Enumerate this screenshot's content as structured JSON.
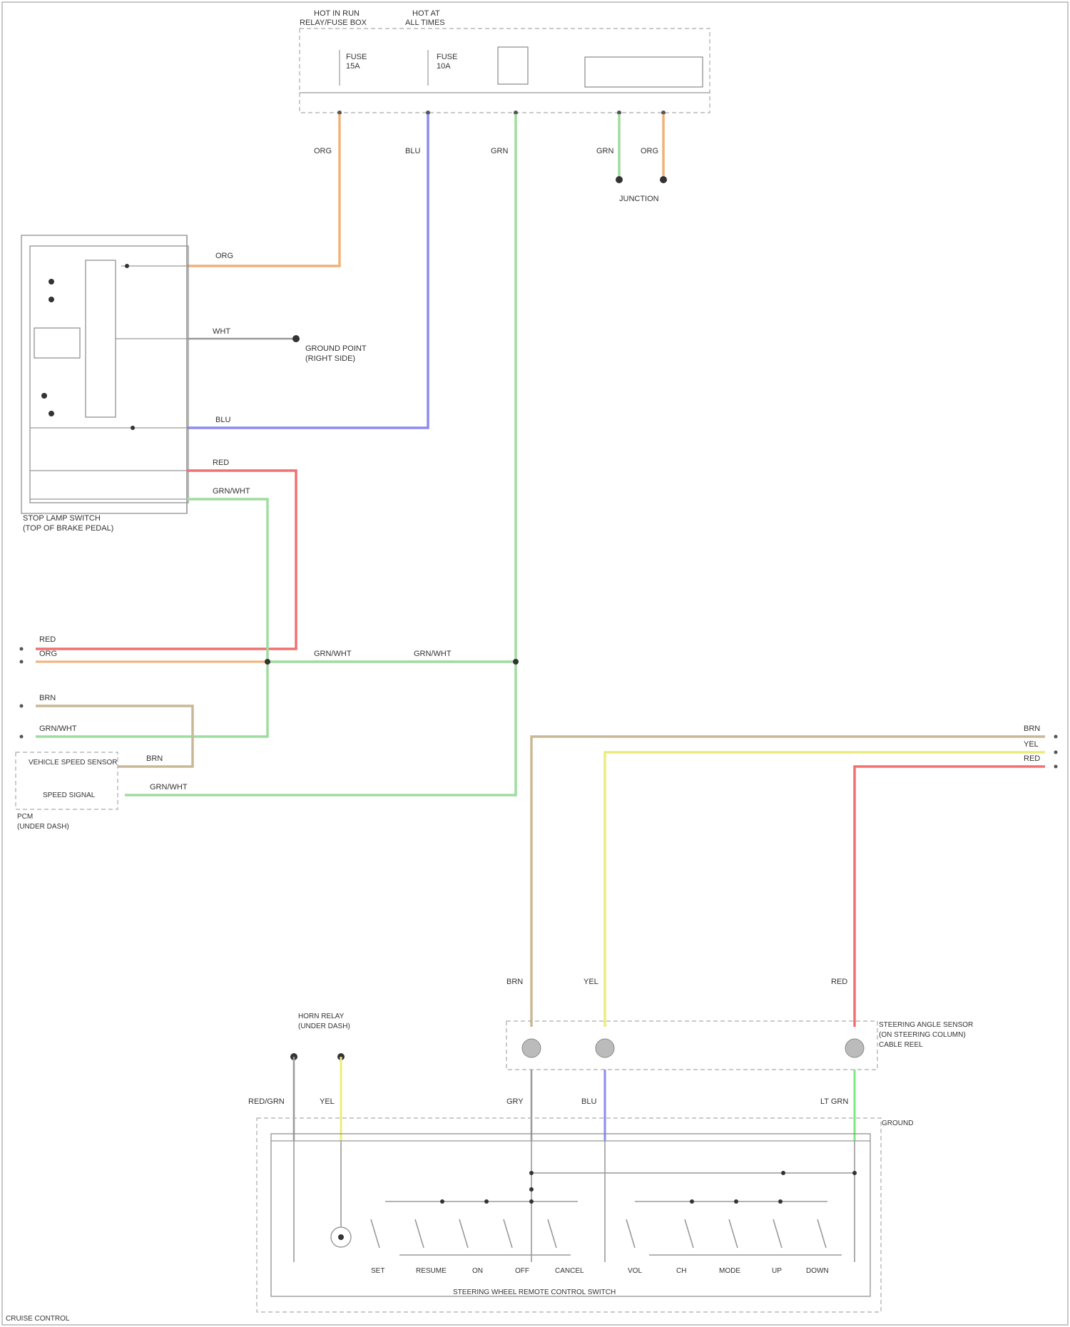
{
  "colors": {
    "orange": "#f0b27a",
    "blue": "#8b8bf0",
    "green": "#9fdc9f",
    "red": "#f07070",
    "tan": "#c8b896",
    "yellow": "#ecec7a",
    "gray": "#9a9a9a",
    "light_green": "#7ee87e"
  },
  "labels": {
    "top_fuse_left": "HOT IN RUN",
    "top_fuse_left_sub": "RELAY/FUSE BOX",
    "top_fuse_right": "HOT AT",
    "top_fuse_right_sub": "ALL TIMES",
    "fuse_a": "FUSE",
    "fuse_a_sub": "15A",
    "fuse_b": "FUSE",
    "fuse_b_sub": "10A",
    "tcm_label": "STOP LAMP SWITCH",
    "junction_label": "JUNCTION",
    "stop_switch": "STOP LAMP SWITCH",
    "stop_switch_sub": "(TOP OF BRAKE PEDAL)",
    "ground_note": "GROUND POINT",
    "ground_note_sub": "(RIGHT SIDE)",
    "left_module": "VEHICLE SPEED SENSOR",
    "left_module_sub": "SPEED SIGNAL",
    "left_module_foot": "PCM",
    "left_module_foot2": "(UNDER DASH)",
    "right_module": "STEERING ANGLE SENSOR",
    "right_module_sub": "(ON STEERING COLUMN)",
    "bottom_module": "STEERING WHEEL REMOTE CONTROL SWITCH",
    "bottom_top_label": "HORN RELAY",
    "bottom_top_sub": "(UNDER DASH)",
    "clock_spring": "CABLE REEL",
    "ground_bottom": "GROUND",
    "footer": "CRUISE CONTROL"
  },
  "wire_labels": {
    "w_org": "ORG",
    "w_blu": "BLU",
    "w_grn": "GRN",
    "w_red": "RED",
    "w_brn": "BRN",
    "w_yel": "YEL",
    "w_wht": "WHT",
    "w_gry": "GRY",
    "w_grnwht": "GRN/WHT",
    "w_redgrn": "RED/GRN",
    "w_ltgrn": "LT GRN"
  },
  "switch_labels": {
    "s1": "SET",
    "s2": "RESUME",
    "s3": "ON",
    "s4": "OFF",
    "s5": "CANCEL",
    "s6": "VOL",
    "s7": "CH",
    "s8": "MODE",
    "s9": "UP",
    "s10": "DOWN"
  }
}
